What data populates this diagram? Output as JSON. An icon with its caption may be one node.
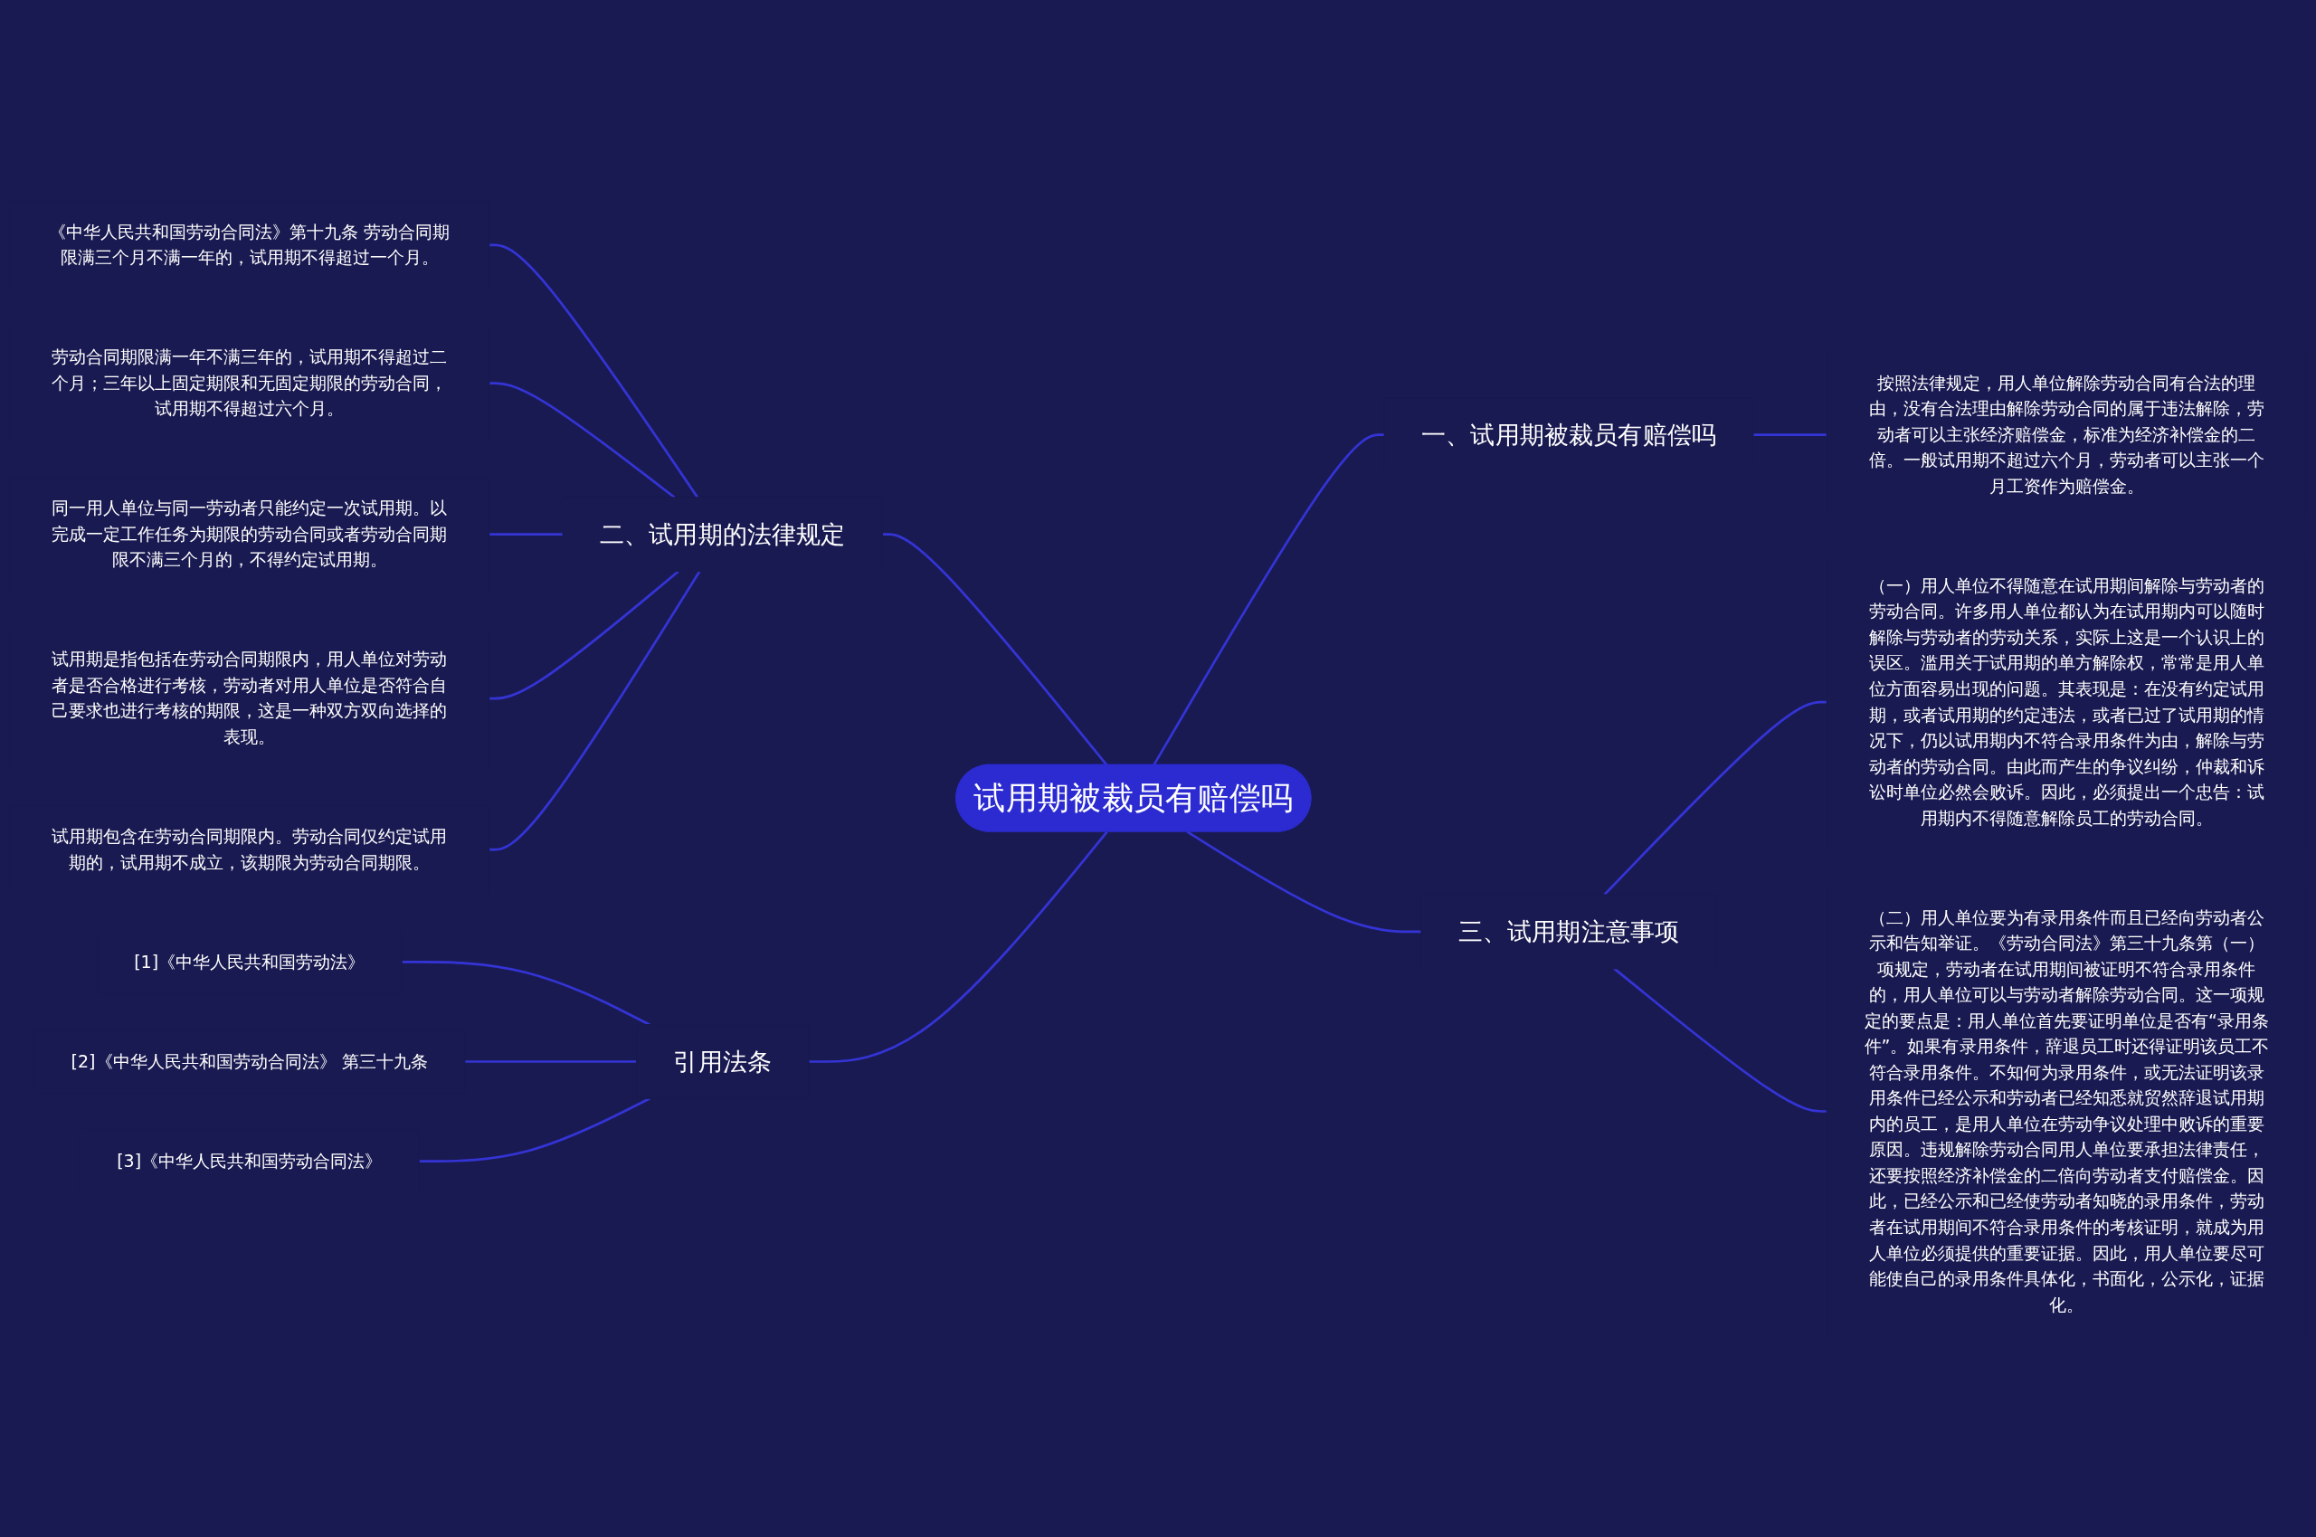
{
  "diagram": {
    "nodes": [
      {
        "text": [
          "试用期被裁员有赔偿吗"
        ]
      },
      {
        "text": [
          "二、试用期的法律规定"
        ]
      },
      {
        "text": [
          "《中华人民共和国劳动合同法》第十九条 劳动合同期限满三个月不满一年的，试用期不得超过一个月。"
        ]
      },
      {
        "text": [
          "劳动合同期限满一年不满三年的，试用期不得超过二个月；三年以上固定期限和无固定期限的劳动合同，试用期不得超过六个月。"
        ]
      },
      {
        "text": [
          "同一用人单位与同一劳动者只能约定一次试用期。以完成一定工作任务为期限的劳动合同或者劳动合同期限不满三个月的，不得约定试用期。"
        ]
      },
      {
        "text": [
          "试用期是指包括在劳动合同期限内，用人单位对劳动者是否合格进行考核，劳动者对用人单位是否符合自己要求也进行考核的期限，这是一种双方双向选择的表现。"
        ]
      },
      {
        "text": [
          "试用期包含在劳动合同期限内。劳动合同仅约定试用期的，试用期不成立，该期限为劳动合同期限。"
        ]
      },
      {
        "text": [
          "一、试用期被裁员有赔偿吗"
        ]
      },
      {
        "text": [
          "按照法律规定，用人单位解除劳动合同有合法的理由，没有合法理由解除劳动合同的属于违法解除，劳动者可以主张经济赔偿金，标准为经济补偿金的二倍。一般试用期不超过六个月，劳动者可以主张一个月工资作为赔偿金。"
        ]
      },
      {
        "text": [
          "三、试用期注意事项"
        ]
      },
      {
        "text": [
          "（一）用人单位不得随意在试用期间解除与劳动者的劳动合同。许多用人单位都认为在试用期内可以随时解除与劳动者的劳动关系，实际上这是一个认识上的误区。滥用关于试用期的单方解除权，常常是用人单位方面容易出现的问题。其表现是：在没有约定试用期，或者试用期的约定违法，或者已过了试用期的情况下，仍以试用期内不符合录用条件为由，解除与劳动者的劳动合同。由此而产生的争议纠纷，仲裁和诉讼时单位必然会败诉。因此，必须提出一个忠告：试用期内不得随意解除员工的劳动合同。"
        ]
      },
      {
        "text": [
          "（二）用人单位要为有录用条件而且已经向劳动者公示和告知举证。《劳动合同法》第三十九条第（一）项规定，劳动者在试用期间被证明不符合录用条件的，用人单位可以与劳动者解除劳动合同。这一项规定的要点是：用人单位首先要证明单位是否有“录用条件”。如果有录用条件，辞退员工时还得证明该员工不符合录用条件。不知何为录用条件，或无法证明该录用条件已经公示和劳动者已经知悉就贸然辞退试用期内的员工，是用人单位在劳动争议处理中败诉的重要原因。违规解除劳动合同用人单位要承担法律责任，还要按照经济补偿金的二倍向劳动者支付赔偿金。因此，已经公示和已经使劳动者知晓的录用条件，劳动者在试用期间不符合录用条件的考核证明，就成为用人单位必须提供的重要证据。因此，用人单位要尽可能使自己的录用条件具体化，书面化，公示化，证据化。"
        ]
      },
      {
        "text": [
          "引用法条"
        ]
      },
      {
        "text": [
          "[1]《中华人民共和国劳动法》"
        ]
      },
      {
        "text": [
          "[2]《中华人民共和国劳动合同法》 第三十九条"
        ]
      },
      {
        "text": [
          "[3]《中华人民共和国劳动合同法》"
        ]
      }
    ],
    "edges": [
      {
        "from": 0,
        "to": 1,
        "arrow": "none"
      },
      {
        "from": 1,
        "to": 2,
        "arrow": "none"
      },
      {
        "from": 1,
        "to": 3,
        "arrow": "none"
      },
      {
        "from": 1,
        "to": 4,
        "arrow": "none"
      },
      {
        "from": 1,
        "to": 5,
        "arrow": "none"
      },
      {
        "from": 1,
        "to": 6,
        "arrow": "none"
      },
      {
        "from": 0,
        "to": 7,
        "arrow": "none"
      },
      {
        "from": 7,
        "to": 8,
        "arrow": "none"
      },
      {
        "from": 0,
        "to": 9,
        "arrow": "none"
      },
      {
        "from": 9,
        "to": 10,
        "arrow": "none"
      },
      {
        "from": 9,
        "to": 11,
        "arrow": "none"
      },
      {
        "from": 0,
        "to": 12,
        "arrow": "none"
      },
      {
        "from": 12,
        "to": 13,
        "arrow": "none"
      },
      {
        "from": 12,
        "to": 14,
        "arrow": "none"
      },
      {
        "from": 12,
        "to": 15,
        "arrow": "none"
      }
    ]
  }
}
